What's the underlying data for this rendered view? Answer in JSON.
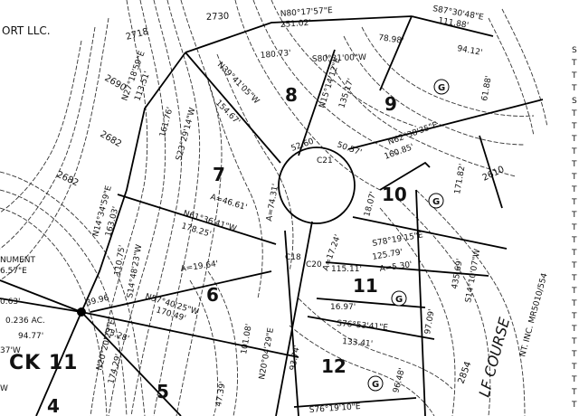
{
  "owner_label": "ORT LLC.",
  "block_label": "CK 11",
  "course_label": "LF COURSE",
  "course_ref": "NT. INC. MR5010/554",
  "monument_label": "NUMENT",
  "contour_labels": [
    "2730",
    "2718",
    "2690",
    "2682",
    "2682",
    "2610",
    "2854"
  ],
  "lot_numbers": [
    "8",
    "9",
    "7",
    "10",
    "6",
    "11",
    "12",
    "5",
    "4"
  ],
  "curve_labels": [
    "C21",
    "C18",
    "C20"
  ],
  "stub_labels": [
    "G",
    "G",
    "G",
    "G"
  ],
  "dimensions": [
    "N80°17'57\"E",
    "251.02'",
    "S87°30'48\"E",
    "111.88'",
    "180.73'",
    "S80°31'00\"W",
    "78.98'",
    "94.12'",
    "N27°18'59\"E",
    "113.51'",
    "N39°41'05\"W",
    "154.67'",
    "N15°14'12\"E",
    "135.17'",
    "161.76'",
    "S23°29'14\"W",
    "61.88'",
    "52.60",
    "50.57'",
    "N62°38'35\"E",
    "160.85'",
    "N14°34'59\"E",
    "163.03'",
    "A=46.61'",
    "N61°36'41\"W",
    "178.25'",
    "A=74.31'",
    "171.82'",
    "18.07'",
    "S78°19'15\"E",
    "125.79'",
    "110.75'",
    "S14°48'23\"W",
    "A=19.64'",
    "A=5.30'",
    "A=17.24'",
    "115.11'",
    "435.69'",
    "S14°10'07\"W",
    "16.97'",
    "97.09'",
    "S76°53'41\"E",
    "133.41'",
    "N57°40'25\"W",
    "170.49'",
    "101.08'",
    "N20°04'29\"E",
    "S76°19'10\"E",
    "0.236 AC.",
    "39.96",
    "23.28'",
    "N20°20'23\"E",
    "174.29'",
    "96.48'",
    "93.74'",
    "47.39'",
    "6.57\"E",
    "0.63'",
    "94.77'",
    "37'W",
    "W"
  ],
  "side_margin": [
    "S",
    "T",
    "T",
    "T",
    "S",
    "T",
    "T",
    "T",
    "T",
    "T",
    "T",
    "T",
    "T",
    "T",
    "T",
    "T",
    "T",
    "T",
    "T",
    "T",
    "T",
    "T",
    "T",
    "T",
    "T",
    "T",
    "T",
    "T",
    "T"
  ]
}
